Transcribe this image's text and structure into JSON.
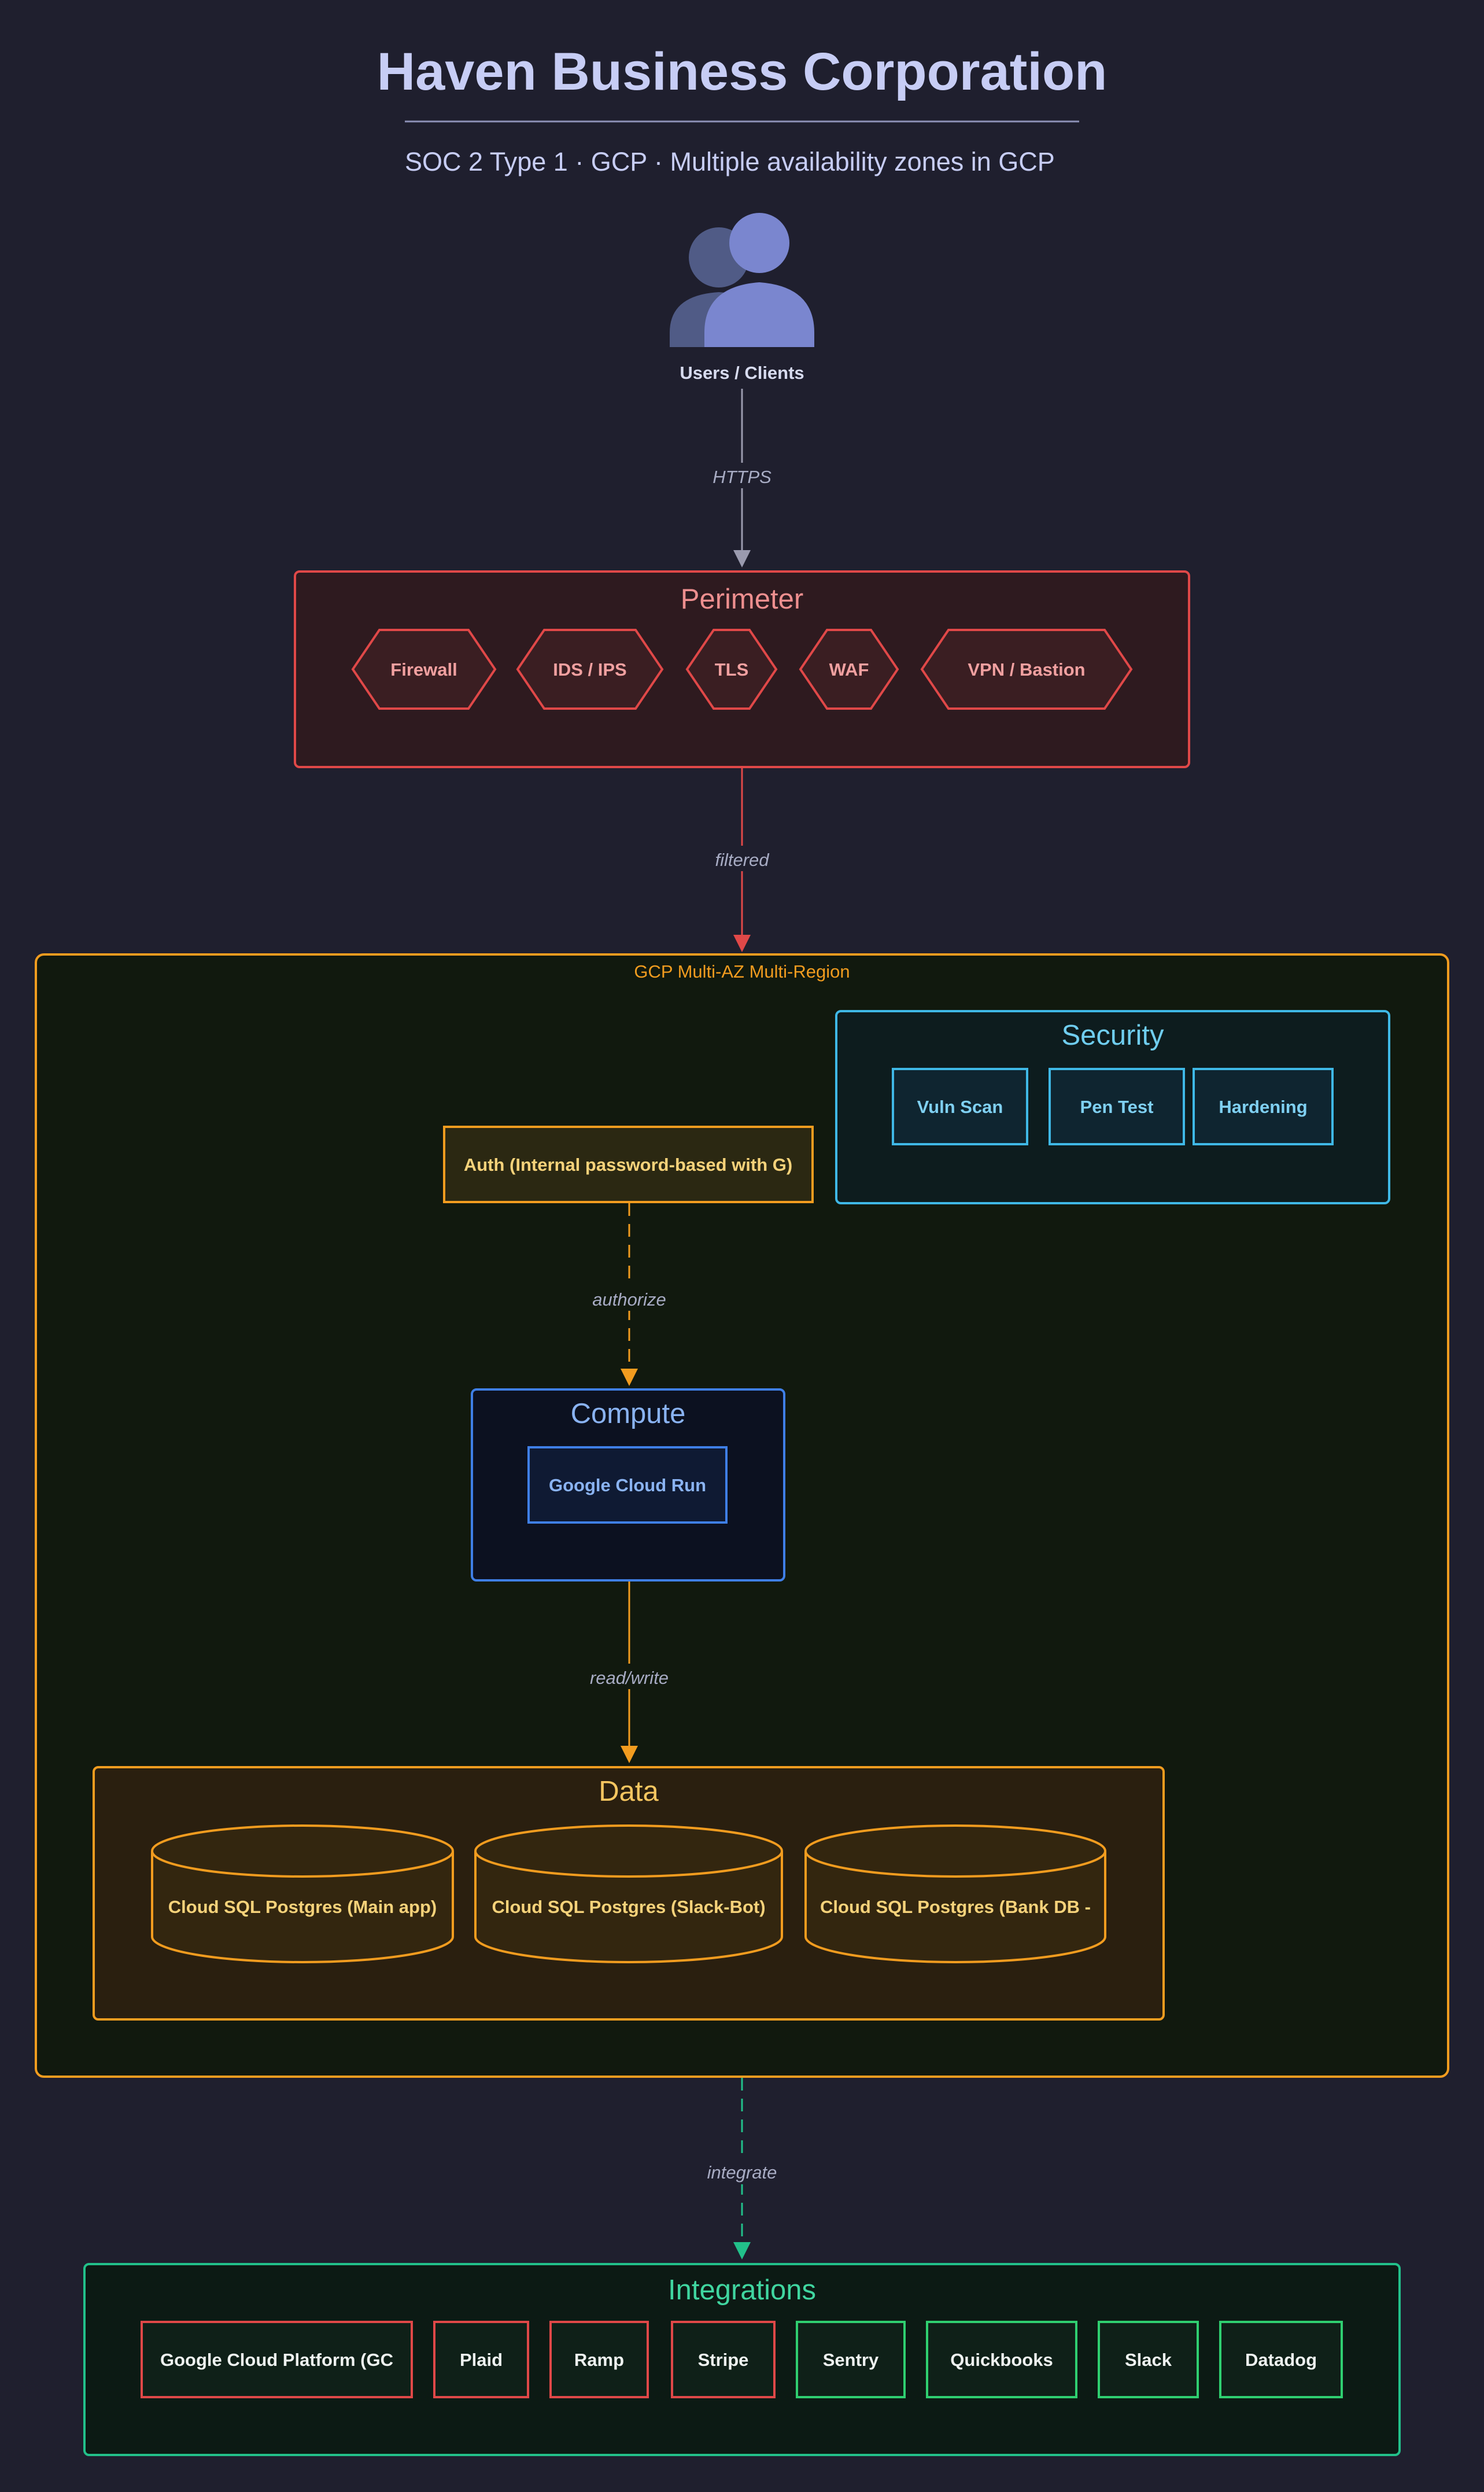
{
  "header": {
    "title": "Haven Business Corporation",
    "subtitle": "SOC 2 Type 1 · GCP · Multiple availability zones in GCP"
  },
  "users": {
    "label": "Users / Clients",
    "icon": "users-icon"
  },
  "edges": {
    "https": "HTTPS",
    "filtered": "filtered",
    "authorize": "authorize",
    "read_write": "read/write",
    "integrate": "integrate"
  },
  "perimeter": {
    "title": "Perimeter",
    "items": [
      "Firewall",
      "IDS / IPS",
      "TLS",
      "WAF",
      "VPN / Bastion"
    ]
  },
  "cloud": {
    "label": "GCP Multi-AZ Multi-Region"
  },
  "security": {
    "title": "Security",
    "items": [
      "Vuln Scan",
      "Pen Test",
      "Hardening"
    ]
  },
  "auth": {
    "label": "Auth (Internal password-based with G)"
  },
  "compute": {
    "title": "Compute",
    "items": [
      "Google Cloud Run"
    ]
  },
  "data": {
    "title": "Data",
    "items": [
      "Cloud SQL Postgres (Main app)",
      "Cloud SQL Postgres (Slack-Bot)",
      "Cloud SQL Postgres (Bank DB -"
    ]
  },
  "integrations": {
    "title": "Integrations",
    "items": [
      {
        "label": "Google Cloud Platform (GC",
        "status": "red"
      },
      {
        "label": "Plaid",
        "status": "red"
      },
      {
        "label": "Ramp",
        "status": "red"
      },
      {
        "label": "Stripe",
        "status": "red"
      },
      {
        "label": "Sentry",
        "status": "green"
      },
      {
        "label": "Quickbooks",
        "status": "green"
      },
      {
        "label": "Slack",
        "status": "green"
      },
      {
        "label": "Datadog",
        "status": "green"
      }
    ]
  },
  "colors": {
    "background": "#1f1f2e",
    "perimeter": "#e04848",
    "cloud": "#f29c1f",
    "security": "#3fb8e6",
    "compute": "#3f7fe6",
    "data": "#f29c1f",
    "integrations": "#22c08a",
    "red": "#e04848",
    "green": "#2fcf70"
  }
}
